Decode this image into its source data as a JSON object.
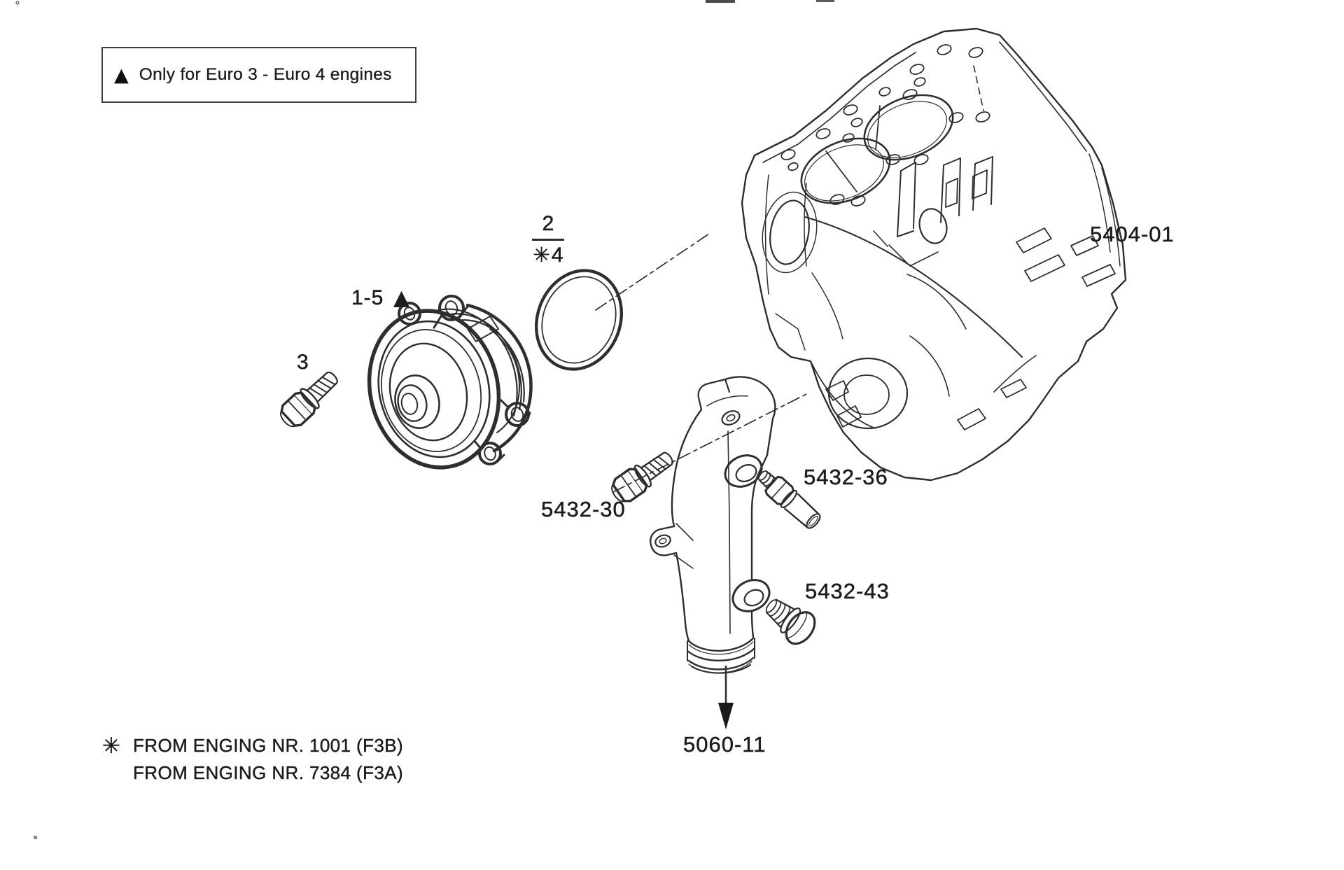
{
  "page": {
    "background": "#ffffff",
    "ink": "#1f1f1f"
  },
  "legend": {
    "symbol": "▲",
    "text": "Only for Euro 3 - Euro 4 engines"
  },
  "callouts": {
    "gasket_top": "2",
    "gasket_symbol": "✳",
    "gasket_bottom": "4",
    "pump_range": "1-5",
    "pump_symbol": "▲",
    "pump_bolt": "3",
    "engine_block": "5404-01",
    "bolt_upper": "5432-30",
    "sensor": "5432-36",
    "plug": "5432-43",
    "pipe": "5060-11"
  },
  "footnotes": {
    "symbol": "✳",
    "line1": "FROM ENGING NR. 1001 (F3B)",
    "line2": "FROM ENGING NR. 7384 (F3A)"
  }
}
